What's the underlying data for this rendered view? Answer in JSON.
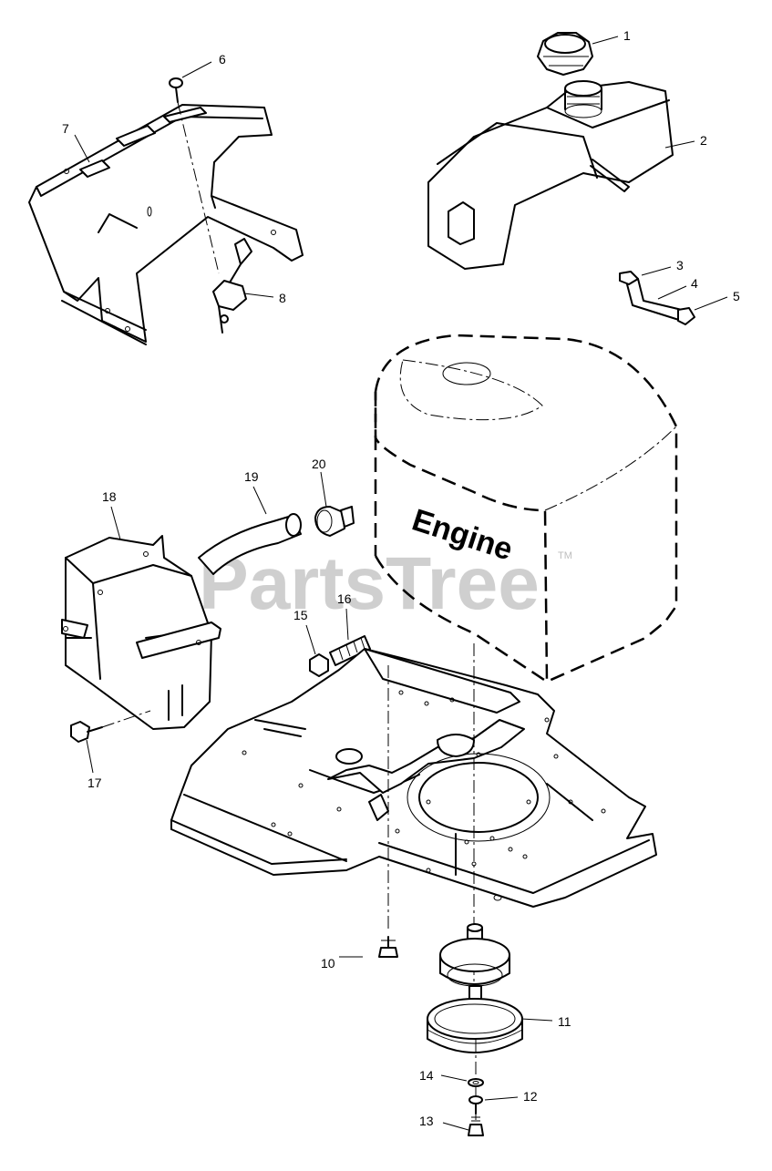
{
  "diagram": {
    "engine_label": "Engine",
    "watermark": "PartsTree",
    "trademark": "TM",
    "callouts": [
      "1",
      "2",
      "3",
      "4",
      "5",
      "6",
      "7",
      "8",
      "10",
      "11",
      "12",
      "13",
      "14",
      "15",
      "16",
      "17",
      "18",
      "19",
      "20"
    ]
  }
}
